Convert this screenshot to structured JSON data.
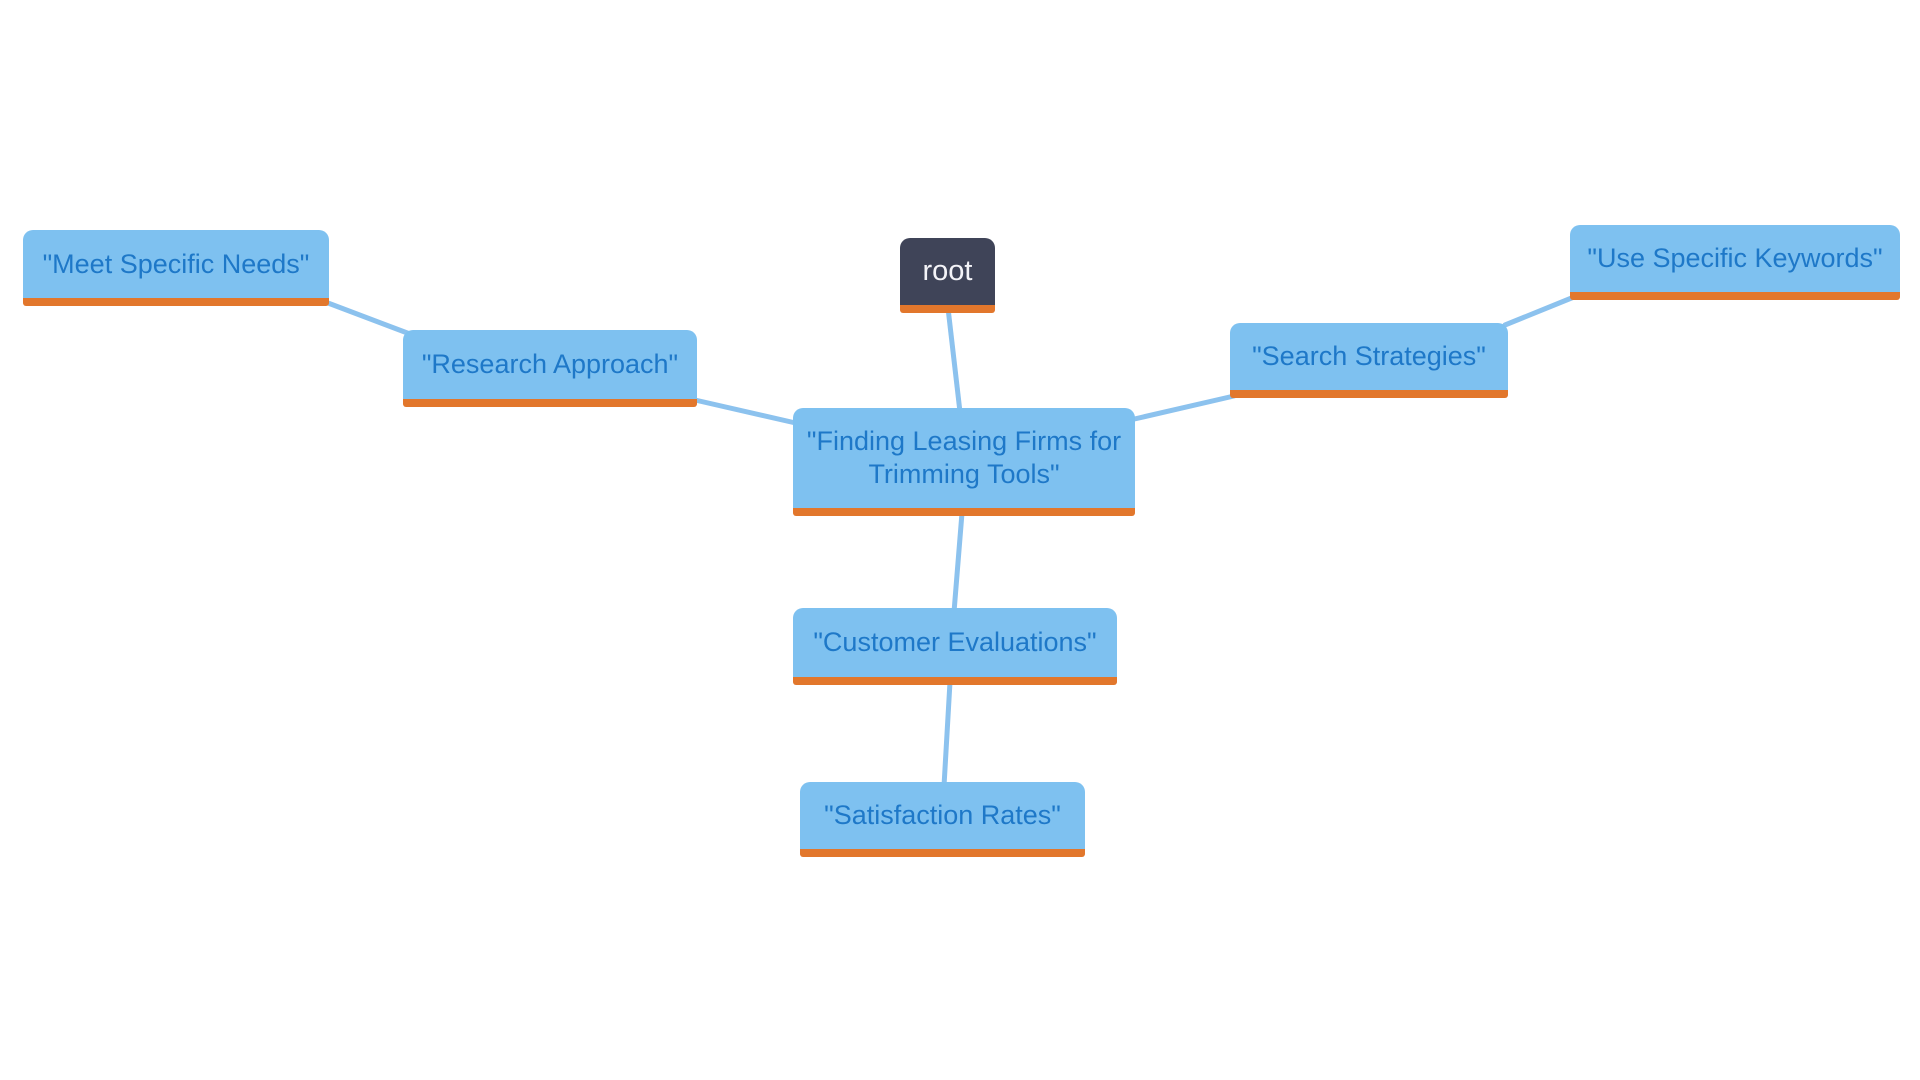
{
  "diagram": {
    "type": "mindmap",
    "root": {
      "label": "root"
    },
    "central": {
      "label": "\"Finding Leasing Firms for Trimming Tools\""
    },
    "nodes": [
      {
        "id": "meet",
        "label": "\"Meet Specific Needs\"",
        "parent": "research"
      },
      {
        "id": "research",
        "label": "\"Research Approach\"",
        "parent": "central"
      },
      {
        "id": "search",
        "label": "\"Search Strategies\"",
        "parent": "central"
      },
      {
        "id": "keywords",
        "label": "\"Use Specific Keywords\"",
        "parent": "search"
      },
      {
        "id": "customer",
        "label": "\"Customer Evaluations\"",
        "parent": "central"
      },
      {
        "id": "satisfaction",
        "label": "\"Satisfaction Rates\"",
        "parent": "customer"
      }
    ],
    "edges": [
      {
        "from": "root",
        "to": "central"
      },
      {
        "from": "central",
        "to": "research"
      },
      {
        "from": "research",
        "to": "meet"
      },
      {
        "from": "central",
        "to": "search"
      },
      {
        "from": "search",
        "to": "keywords"
      },
      {
        "from": "central",
        "to": "customer"
      },
      {
        "from": "customer",
        "to": "satisfaction"
      }
    ],
    "colors": {
      "node_fill": "#7EC1F0",
      "node_text": "#1E78C8",
      "node_underline": "#E2772C",
      "root_fill": "#3F4458",
      "root_text": "#F4F4F8",
      "edge": "#8CC2EE",
      "background": "#FFFFFF"
    }
  }
}
